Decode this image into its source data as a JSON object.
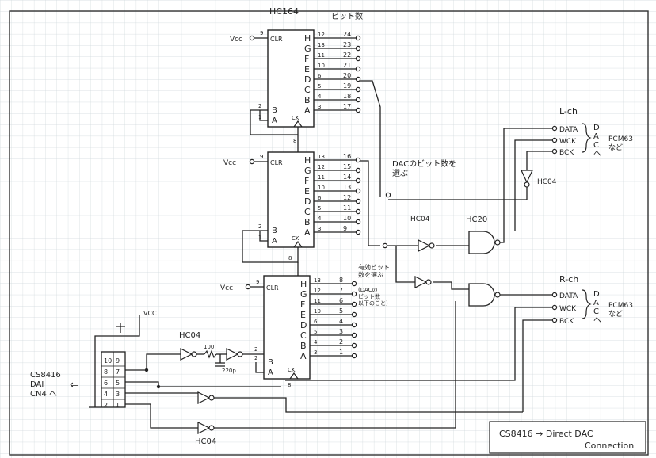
{
  "chips": {
    "reg1": {
      "name": "HC164",
      "bitcount_label": "ビット数"
    },
    "pins": {
      "clr": "CLR",
      "ck": "CK",
      "a": "A",
      "b": "B",
      "outs": [
        "H",
        "G",
        "F",
        "E",
        "D",
        "C",
        "B",
        "A"
      ]
    },
    "reg1_pin_nums": [
      "12",
      "11",
      "10",
      "6",
      "5",
      "4",
      "3"
    ],
    "reg1_pin_nums_full": [
      "12",
      "13",
      "11",
      "10",
      "6",
      "5",
      "4",
      "3"
    ],
    "reg1_bits": [
      "24",
      "23",
      "22",
      "21",
      "20",
      "19",
      "18",
      "17"
    ],
    "reg2_pin_nums": [
      "13",
      "12",
      "11",
      "10",
      "6",
      "5",
      "4",
      "3"
    ],
    "reg2_bits": [
      "16",
      "15",
      "14",
      "13",
      "12",
      "11",
      "10",
      "9"
    ],
    "reg3_pin_nums": [
      "13",
      "12",
      "11",
      "10",
      "6",
      "5",
      "4",
      "3"
    ],
    "reg3_bits": [
      "8",
      "7",
      "6",
      "5",
      "4",
      "3",
      "2",
      "1"
    ],
    "ab_pins": [
      "2",
      "1"
    ],
    "clr_pin": "9",
    "ck_pin": "8"
  },
  "labels": {
    "vcc": "Vcc",
    "vcc_caps": "VCC",
    "hc04": "HC04",
    "hc20": "HC20",
    "res": "100",
    "cap": "220p",
    "dac_bitsel": "DACのビット数を\n選ぶ",
    "valid_bitsel": "有効ビット\n数を選ぶ",
    "valid_note": "(DACの\nビット数\n以下のこと)",
    "source": "CS8416\nDAI\nCN4 へ",
    "arrow": "⇐",
    "lch": "L-ch",
    "rch": "R-ch",
    "data": "DATA",
    "wck": "WCK",
    "bck": "BCK",
    "dac_vert": [
      "D",
      "A",
      "C",
      "へ"
    ],
    "pcm": "PCM63\nなど",
    "title_line1": "CS8416 → Direct DAC",
    "title_line2": "Connection"
  },
  "connector": {
    "pins": [
      [
        "10",
        "9"
      ],
      [
        "8",
        "7"
      ],
      [
        "6",
        "5"
      ],
      [
        "4",
        "3"
      ],
      [
        "2",
        "1"
      ]
    ]
  }
}
